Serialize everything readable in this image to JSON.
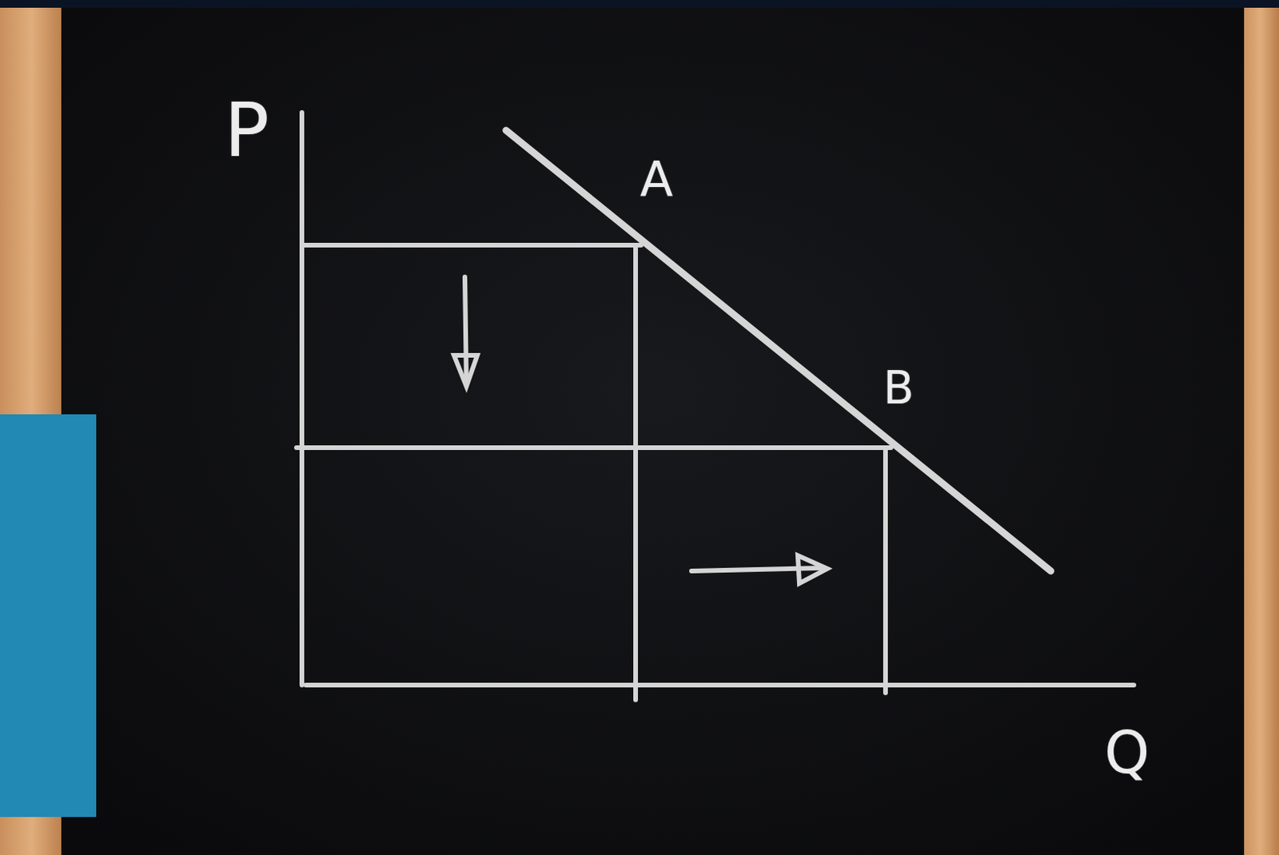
{
  "diagram": {
    "labels": [
      "P",
      "A",
      "B",
      "Q"
    ]
  }
}
